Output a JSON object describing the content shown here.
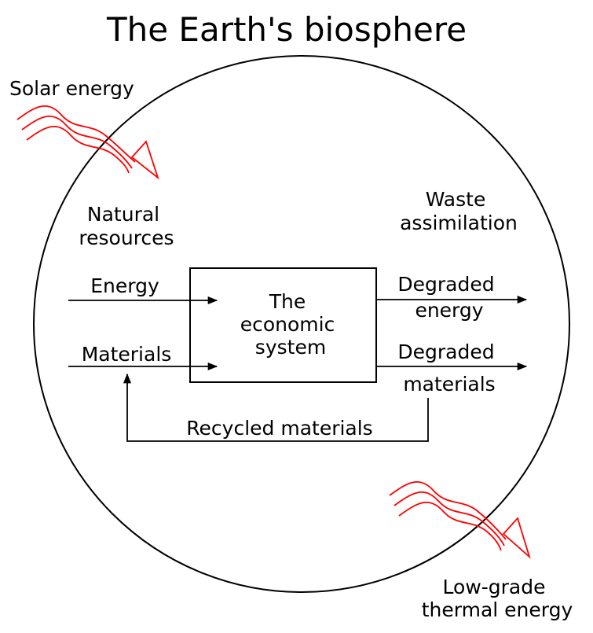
{
  "title": "The Earth's biosphere",
  "colors": {
    "line": "#000000",
    "energy_wave": "#ff0000",
    "background": "#ffffff"
  },
  "labels": {
    "solar_energy": "Solar energy",
    "natural_resources": [
      "Natural",
      "resources"
    ],
    "waste_assimilation": [
      "Waste",
      "assimilation"
    ],
    "energy_input": "Energy",
    "materials_input": "Materials",
    "economic_system": [
      "The",
      "economic",
      "system"
    ],
    "degraded_energy": [
      "Degraded",
      "energy"
    ],
    "degraded_materials": [
      "Degraded",
      "materials"
    ],
    "recycled_materials": "Recycled materials",
    "low_grade_thermal": [
      "Low-grade",
      "thermal energy"
    ]
  }
}
